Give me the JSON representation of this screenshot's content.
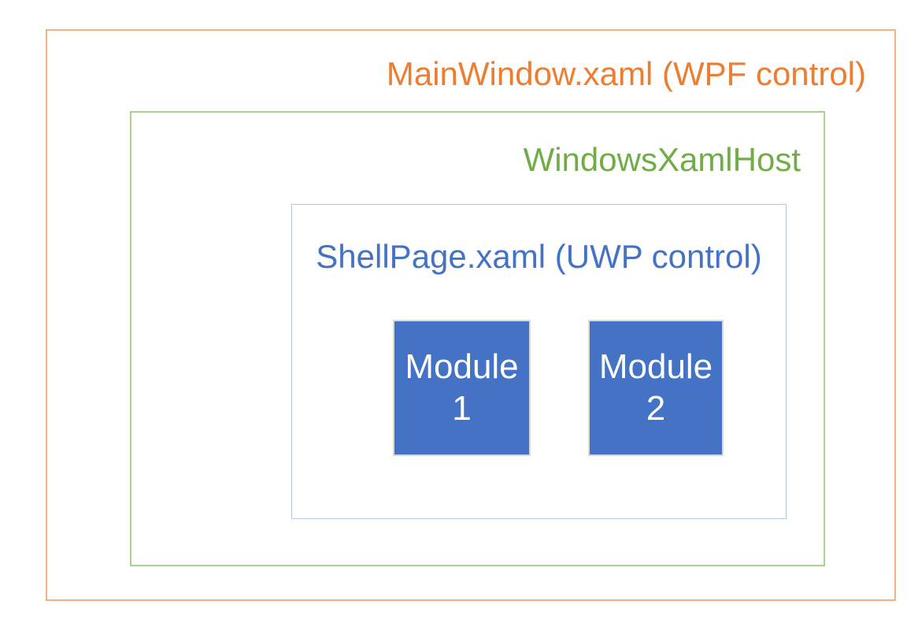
{
  "page": {
    "background": "#FFFFFF"
  },
  "diagram": {
    "outer_box": {
      "label": "MainWindow.xaml (WPF control)",
      "text_color": "#ED7D31",
      "border_color": "#F4B183"
    },
    "host_box": {
      "label": "WindowsXamlHost",
      "text_color": "#70AD47",
      "border_color": "#A9D18E"
    },
    "shell_box": {
      "label": "ShellPage.xaml (UWP control)",
      "text_color": "#4472C4",
      "border_color": "#B4C7E7"
    },
    "modules": [
      {
        "lines": [
          "Module",
          "1"
        ]
      },
      {
        "lines": [
          "Module",
          "2"
        ]
      }
    ],
    "module_style": {
      "fill_color": "#4472C4",
      "text_color": "#FFFFFF",
      "border_color": "#D9D9D9"
    }
  }
}
